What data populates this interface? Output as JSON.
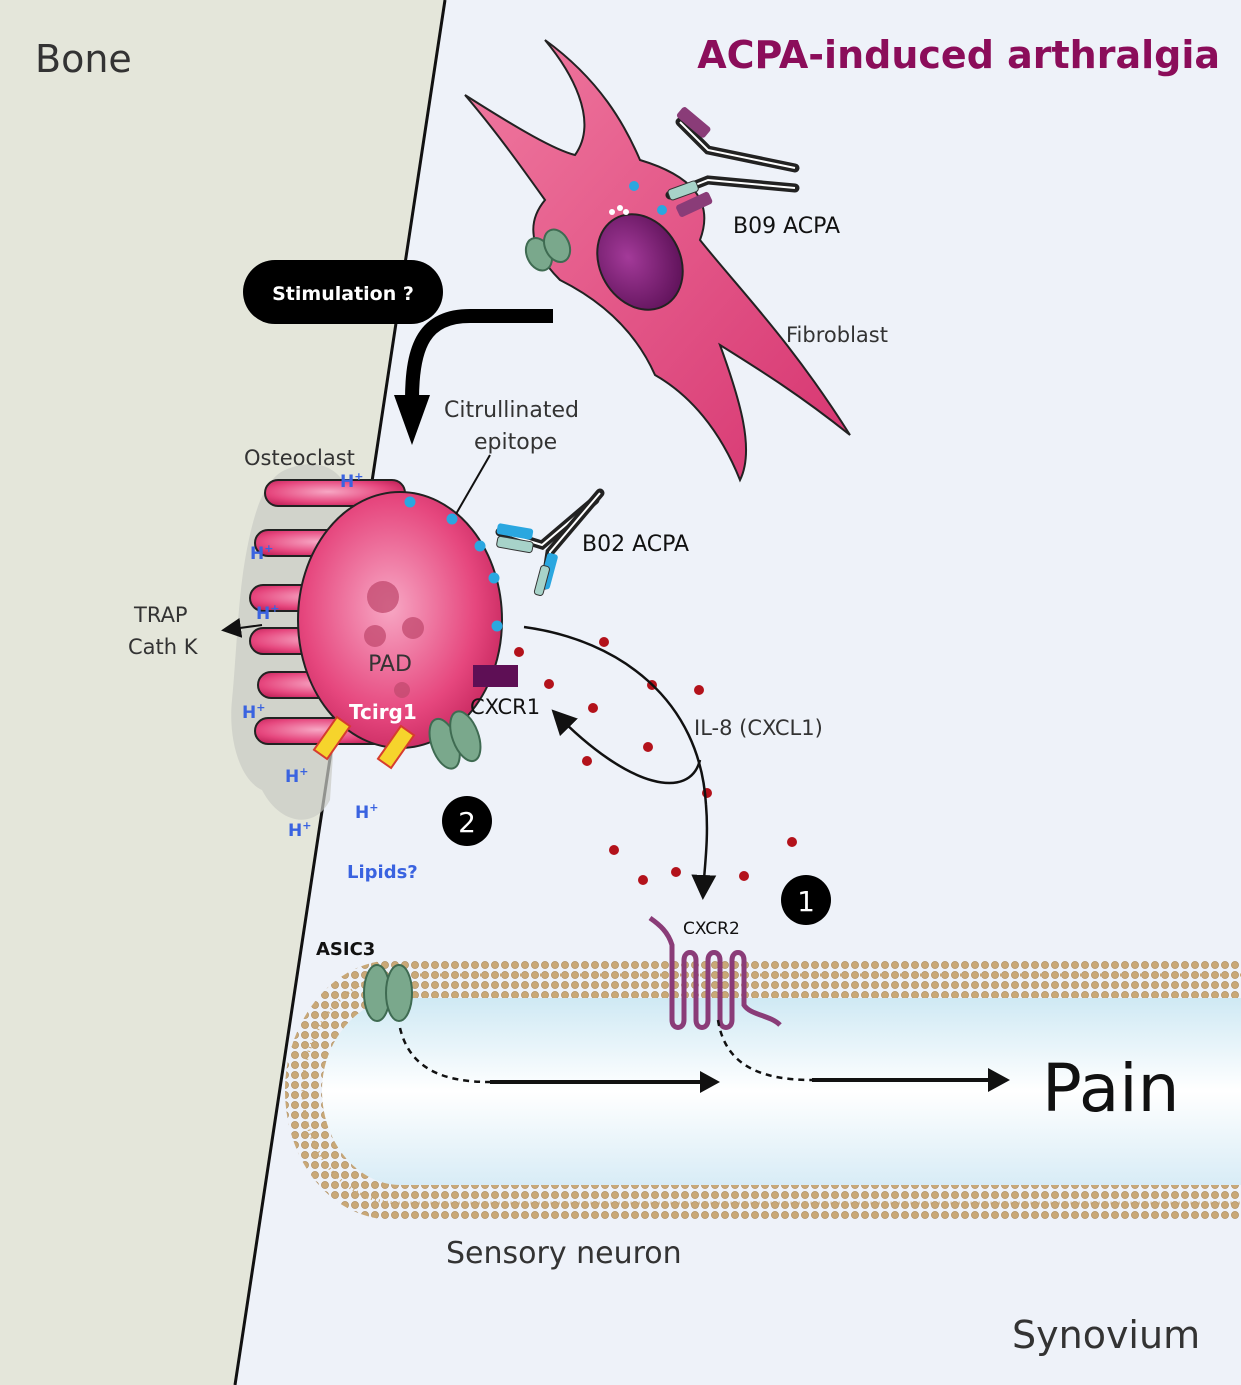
{
  "title": "ACPA-induced arthralgia",
  "regions": {
    "bone": "Bone",
    "synovium": "Synovium"
  },
  "stimulation": "Stimulation ?",
  "cells": {
    "fibroblast": "Fibroblast",
    "osteoclast": "Osteoclast",
    "neuron": "Sensory neuron"
  },
  "antibodies": {
    "b09": "B09 ACPA",
    "b02": "B02 ACPA"
  },
  "epitope": {
    "line1": "Citrullinated",
    "line2": "epitope"
  },
  "osteoclast_labels": {
    "pad": "PAD",
    "tcirg1": "Tcirg1",
    "secreted_1": "TRAP",
    "secreted_2": "Cath K",
    "proton": "H",
    "proton_charge": "+",
    "lipids": "Lipids?"
  },
  "receptors": {
    "cxcr1": "CXCR1",
    "cxcr2": "CXCR2",
    "asic3": "ASIC3"
  },
  "chemokine": "IL-8 (CXCL1)",
  "pathway_markers": {
    "one": "1",
    "two": "2"
  },
  "outcome": "Pain",
  "colors": {
    "bone": "#e4e6da",
    "synovium": "#eef2f9",
    "title": "#8b0d5a",
    "fibroblast": "#e0457a",
    "osteoclast": "#e6477e",
    "nucleus": "#6e1466",
    "channel": "#7aa88c",
    "tcirg1": "#f6d42c",
    "il8_dot": "#b3121b",
    "epitope": "#2aa7e0",
    "proton": "#3a63e0",
    "membrane": "#c9a877"
  }
}
